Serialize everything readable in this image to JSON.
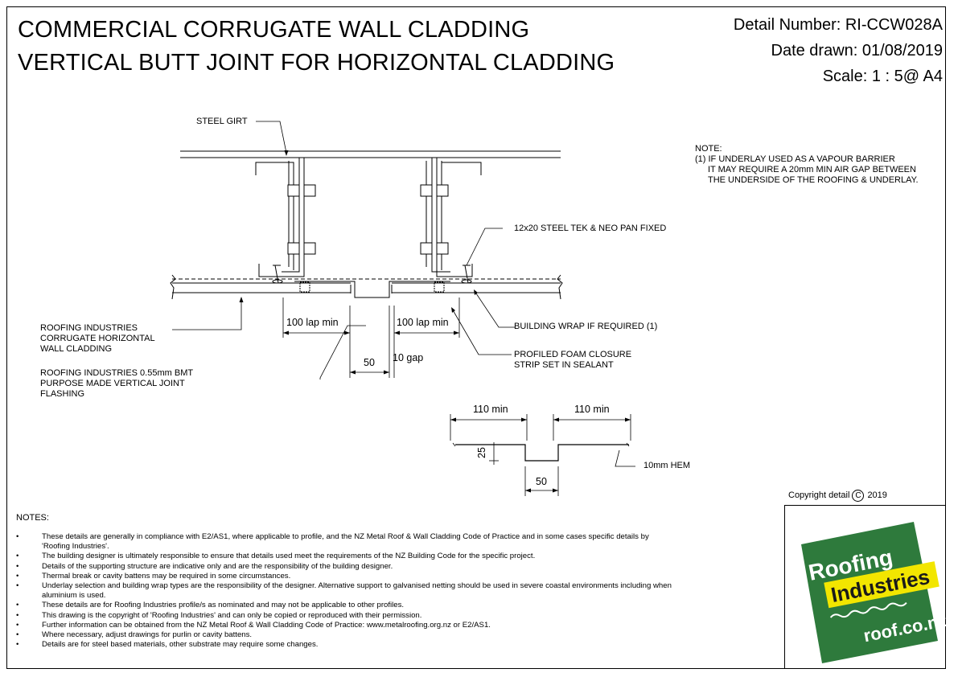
{
  "title": {
    "line1": "COMMERCIAL CORRUGATE WALL CLADDING",
    "line2": "VERTICAL BUTT JOINT FOR HORIZONTAL CLADDING"
  },
  "header": {
    "detail_number": "Detail Number:  RI-CCW028A",
    "date_drawn": "Date drawn:  01/08/2019",
    "scale": "Scale:   1 : 5@ A4"
  },
  "labels": {
    "steel_girt": "STEEL GIRT",
    "tek": "12x20 STEEL TEK & NEO PAN FIXED",
    "cladding": [
      "ROOFING INDUSTRIES",
      "CORRUGATE HORIZONTAL",
      "WALL CLADDING"
    ],
    "flashing": [
      "ROOFING INDUSTRIES 0.55mm BMT",
      "PURPOSE MADE VERTICAL JOINT",
      "FLASHING"
    ],
    "wrap": "BUILDING WRAP IF REQUIRED (1)",
    "foam": [
      "PROFILED FOAM CLOSURE",
      "STRIP SET IN SEALANT"
    ],
    "hem": "10mm HEM"
  },
  "side_note": {
    "heading": "NOTE:",
    "lines": [
      "(1) IF UNDERLAY USED AS A VAPOUR BARRIER",
      "IT MAY REQUIRE A 20mm MIN AIR GAP BETWEEN",
      "THE UNDERSIDE OF THE ROOFING & UNDERLAY."
    ]
  },
  "dimensions": {
    "lap_left": "100 lap min",
    "lap_right": "100 lap min",
    "joint_width": "50",
    "gap": "10 gap",
    "flash_left": "110 min",
    "flash_right": "110 min",
    "flash_depth": "25",
    "flash_width": "50"
  },
  "notes": {
    "title": "NOTES:",
    "bullet": "•",
    "items": [
      "These details are generally in compliance with E2/AS1, where applicable to profile, and the NZ Metal Roof & Wall Cladding Code of Practice and in some cases specific details by 'Roofing Industries'.",
      "The building designer is ultimately responsible to ensure that details used meet the requirements of the NZ Building Code for the specific project.",
      "Details of the supporting structure are indicative only and are the responsibility of the building designer.",
      "Thermal break or cavity battens may be required in some circumstances.",
      "Underlay selection and building wrap types are the responsibility of the designer. Alternative support to galvanised netting should be used in severe coastal environments including when aluminium is used.",
      "These details are for Roofing Industries profile/s as nominated and may not be applicable to other profiles.",
      "This drawing is the copyright of 'Roofing Industries' and can only be copied or reproduced with their permission.",
      "Further information can be obtained from the NZ Metal Roof & Wall Cladding Code of Practice:  www.metalroofing.org.nz or E2/AS1.",
      "Where necessary, adjust drawings for purlin or cavity battens.",
      "Details are for steel based materials, other substrate may require some changes."
    ]
  },
  "copyright": {
    "prefix": "Copyright detail",
    "symbol": "C",
    "year": "2019"
  },
  "logo": {
    "line1": "Roofing",
    "line2": "Industries",
    "url": "roof.co.nz",
    "colors": {
      "green": "#2e7a3c",
      "yellow": "#f2e600"
    }
  }
}
